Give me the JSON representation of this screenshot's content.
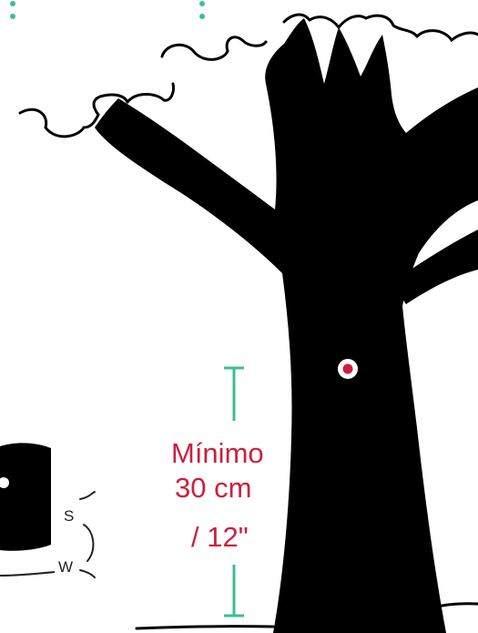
{
  "measurement": {
    "line1": "Mínimo",
    "line2": "30 cm",
    "line3": "/ 12\""
  },
  "small_tree_labels": {
    "s": "S",
    "w": "W"
  },
  "colors": {
    "tree": "#000000",
    "dim_line": "#3dbf8e",
    "text_accent": "#cc1f3f",
    "marker": "#cc1f3f",
    "background": "#ffffff"
  }
}
